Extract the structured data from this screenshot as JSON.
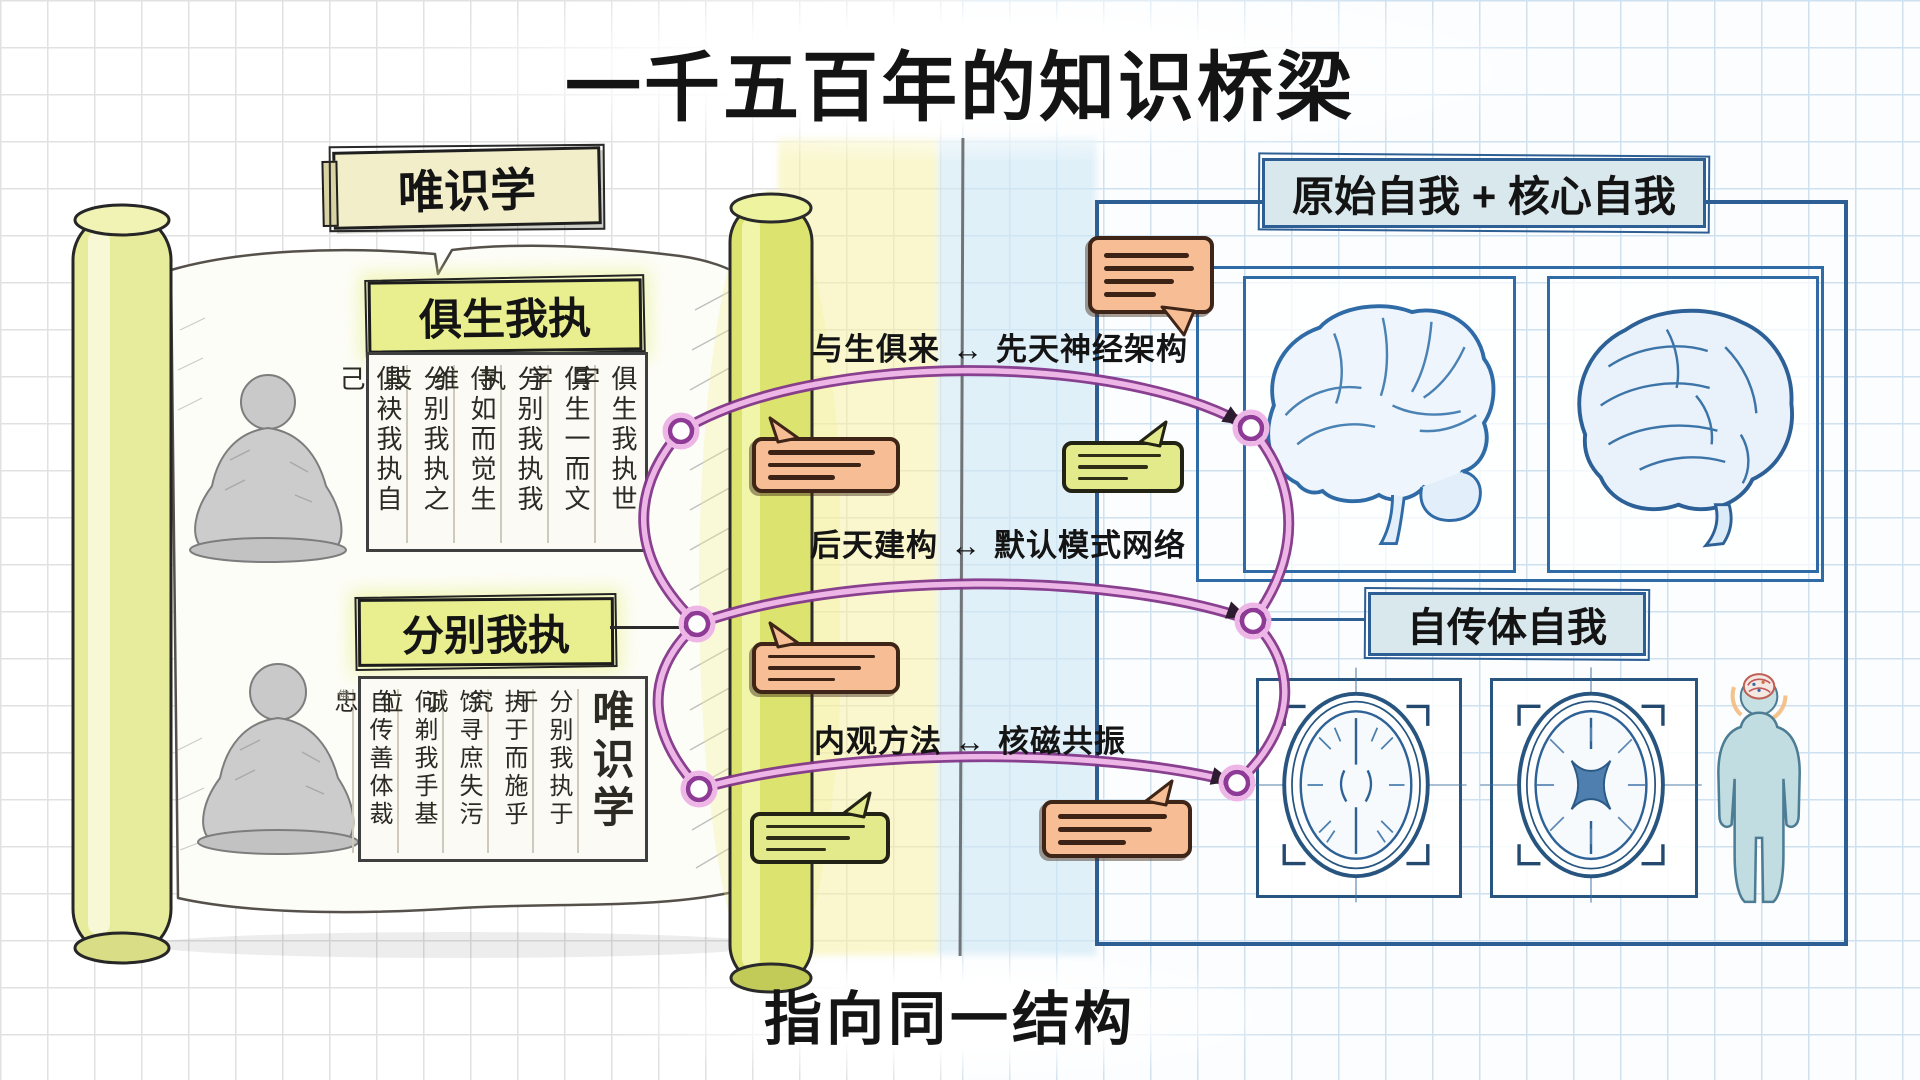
{
  "title": "一千五百年的知识桥梁",
  "footer": "指向同一结构",
  "scroll": {
    "banner": "唯识学",
    "innate_label": "俱生我执",
    "innate_columns": [
      "俱生我执世字",
      "俱生一而文字",
      "分别我执我执",
      "侍如而觉生维",
      "分别我执之技",
      "俱袂我执自己"
    ],
    "discriminated_label": "分别我执",
    "discriminated_title": "唯识学",
    "discriminated_columns": [
      "分别我执于于",
      "执于而施乎究",
      "馀寻庶失污诚",
      "何剃我手基位",
      "自传善体裁忠"
    ],
    "seal": "佛"
  },
  "bridge": {
    "symbol": "↔",
    "links": [
      {
        "left": "与生俱来",
        "right": "先天神经架构"
      },
      {
        "left": "后天建构",
        "right": "默认模式网络"
      },
      {
        "left": "内观方法",
        "right": "核磁共振"
      }
    ]
  },
  "neuro": {
    "header": "原始自我 + 核心自我",
    "subheader": "自传体自我"
  },
  "colors": {
    "highlight_green": "#e9ef8e",
    "banner_cream": "#f2eec9",
    "bubble_orange": "#f7bd95",
    "bubble_green": "#e2ea8c",
    "bridge_pink": "#eeb6e6",
    "bridge_purple": "#83368a",
    "frame_blue": "#2e5f94",
    "banner_blue": "#d9e8ec"
  }
}
